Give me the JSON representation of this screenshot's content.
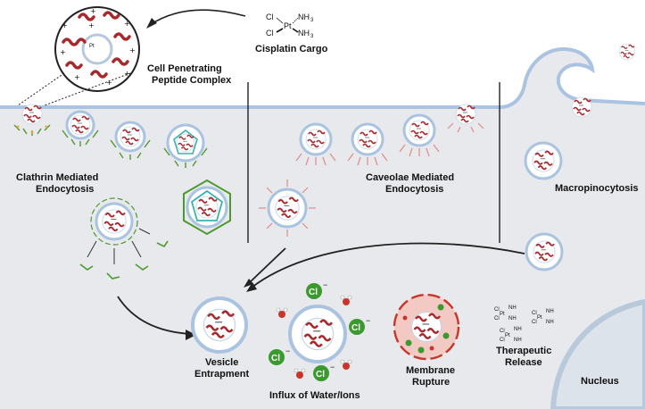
{
  "labels": {
    "cargo": "Cisplatin Cargo",
    "complex_line1": "Cell Penetrating",
    "complex_line2": "Peptide Complex",
    "clathrin_line1": "Clathrin Mediated",
    "clathrin_line2": "Endocytosis",
    "caveolae_line1": "Caveolae Mediated",
    "caveolae_line2": "Endocytosis",
    "macro": "Macropinocytosis",
    "vesicle_line1": "Vesicle",
    "vesicle_line2": "Entrapment",
    "influx": "Influx of Water/Ions",
    "rupture_line1": "Membrane",
    "rupture_line2": "Rupture",
    "release_line1": "Therapeutic",
    "release_line2": "Release",
    "nucleus": "Nucleus"
  },
  "chem": {
    "cl": "Cl",
    "pt": "Pt",
    "nh3": "NH",
    "sub3": "3",
    "ion_symbol": "Cl",
    "minus": "−"
  },
  "colors": {
    "cytoplasm": "#e8e9ec",
    "membrane": "#a9c3e0",
    "membrane_stroke": "#7d9dc3",
    "peptide": "#a8282c",
    "clathrin": "#4d9a2e",
    "clathrin_fill": "#f0a24a",
    "caveolin": "#e08a8a",
    "ion_green": "#3a9a2e",
    "ion_red": "#c8352b",
    "teal": "#3bb2b0",
    "rupture_fill": "#f3c9c4"
  }
}
